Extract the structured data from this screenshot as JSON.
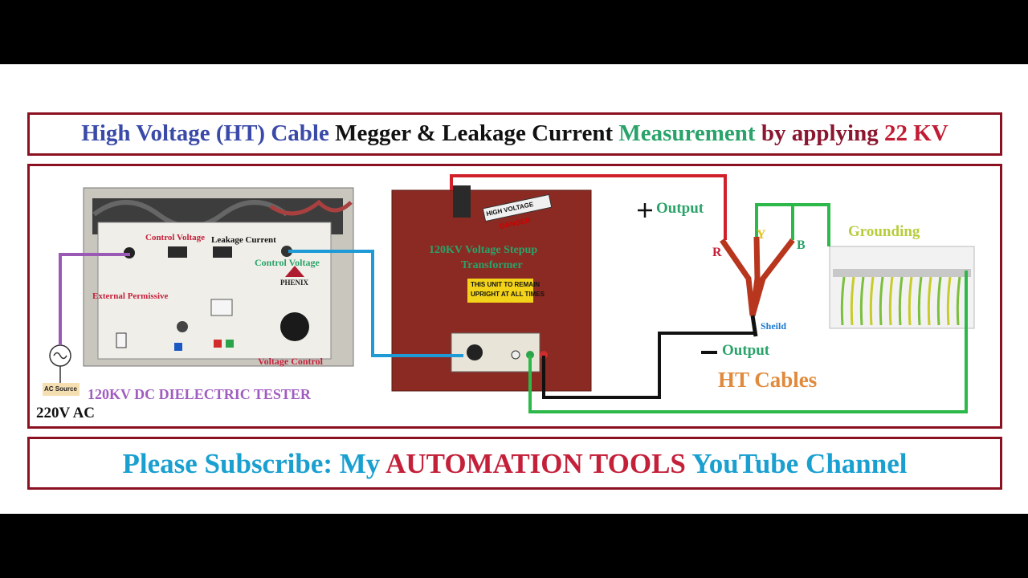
{
  "title": {
    "part1": "High Voltage (HT) Cable",
    "part2": "Megger & Leakage Current",
    "part3": "Measurement",
    "part4": "by applying",
    "part5": "22 KV"
  },
  "tester": {
    "control_voltage": "Control Voltage",
    "leakage_current": "Leakage Current",
    "control_voltage_2": "Control Voltage",
    "external_permissive": "External Permissive",
    "voltage_control": "Voltage Control",
    "brand": "PHENIX",
    "caption": "120KV DC DIELECTRIC TESTER"
  },
  "source": {
    "ac_source": "AC Source",
    "supply": "220V AC"
  },
  "transformer": {
    "caption_line1": "120KV Voltage Stepup",
    "caption_line2": "Transformer",
    "warning": "HIGH VOLTAGE",
    "danger": "DANGER",
    "notice_line1": "THIS UNIT TO REMAIN",
    "notice_line2": "UPRIGHT AT ALL TIMES"
  },
  "cables": {
    "plus_output": "Output",
    "minus_output": "Output",
    "phase_r": "R",
    "phase_y": "Y",
    "phase_b": "B",
    "shield": "Sheild",
    "caption": "HT Cables",
    "grounding": "Grounding"
  },
  "footer": {
    "part1": "Please Subscribe: My",
    "part2": "AUTOMATION TOOLS",
    "part3": "YouTube Channel"
  },
  "colors": {
    "frame": "#8b1020",
    "purple_wire": "#9b59b6",
    "blue_wire": "#1e9ad6",
    "red_wire": "#d0202a",
    "green_wire": "#2db84a",
    "black_wire": "#111111"
  }
}
